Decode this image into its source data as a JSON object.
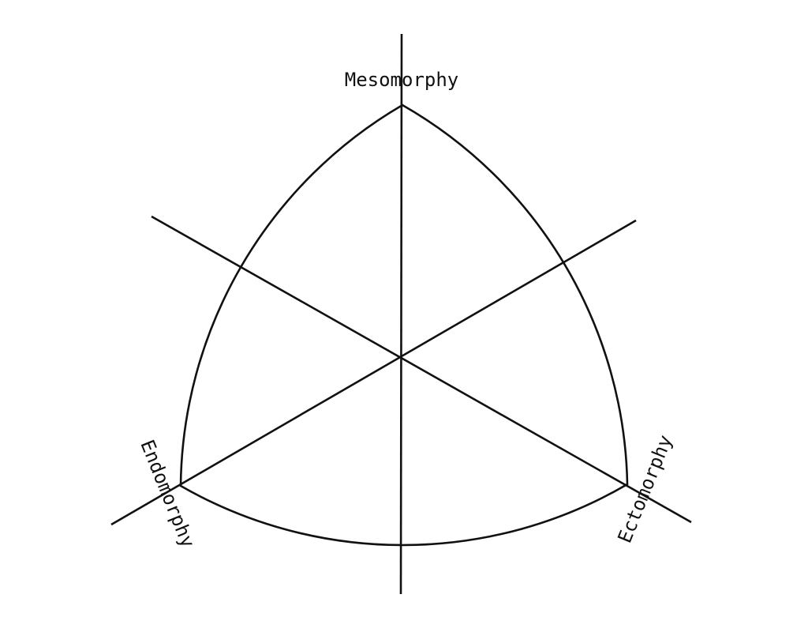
{
  "labels": {
    "top": "Mesomorphy",
    "left": "Endomorphy",
    "right": "Ectomorphy"
  },
  "colors": {
    "stroke": "#111111",
    "background": "#ffffff"
  }
}
